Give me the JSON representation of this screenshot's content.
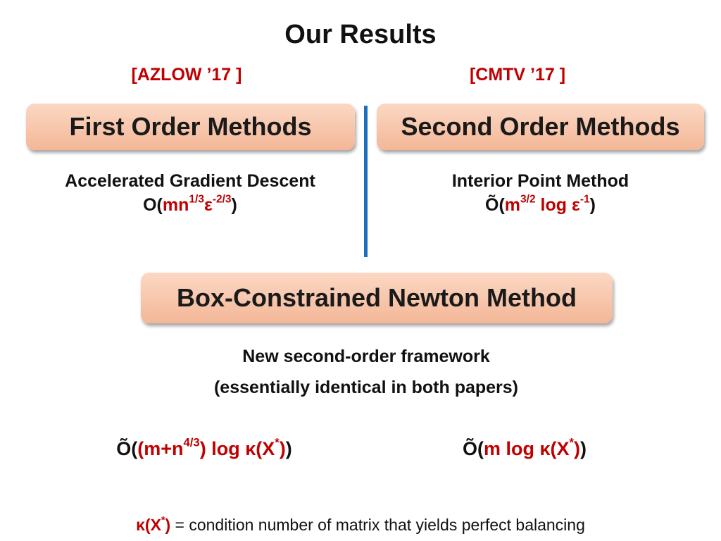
{
  "slide": {
    "title": "Our Results"
  },
  "left": {
    "citation": "[AZLOW ’17 ]",
    "box_label": "First Order Methods",
    "method_name": "Accelerated Gradient Descent",
    "complexity": {
      "prefix": "O(",
      "a": "mn",
      "a_sup": "1/3",
      "b": "ε",
      "b_sup": "-2/3",
      "suffix": ")"
    }
  },
  "right": {
    "citation": "[CMTV ’17 ]",
    "box_label": "Second Order Methods",
    "method_name": "Interior Point Method",
    "complexity": {
      "prefix": "Õ(",
      "a": "m",
      "a_sup": "3/2",
      "b": " log ε",
      "b_sup": "-1",
      "suffix": ")"
    }
  },
  "center": {
    "box_label": "Box-Constrained Newton Method",
    "framework_line1": "New second-order framework",
    "framework_line2": "(essentially identical in both papers)"
  },
  "results": {
    "left": {
      "prefix": "Õ(",
      "a": "(m+n",
      "a_sup": "4/3",
      "b": ") log κ(X",
      "b_sup": "*",
      "c": ")",
      "suffix": ")"
    },
    "right": {
      "prefix": "Õ(",
      "a": "m log κ(X",
      "a_sup": "*",
      "c": ")",
      "suffix": ")"
    }
  },
  "footnote": {
    "symbol": "κ(X",
    "symbol_sup": "*",
    "symbol_close": ")",
    "text": " = condition number of matrix that yields perfect balancing"
  },
  "colors": {
    "accent_red": "#c00000",
    "box_fill": "#f4b797",
    "divider_blue": "#1f6fbf"
  }
}
